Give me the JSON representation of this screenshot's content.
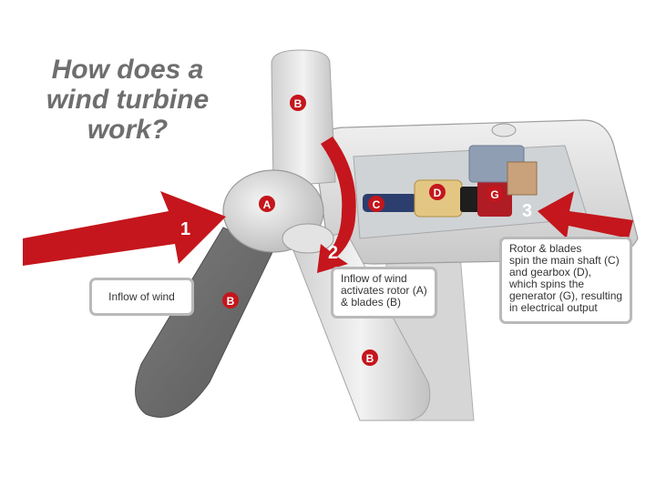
{
  "title": {
    "lines": [
      "How does a",
      "wind turbine",
      "work?"
    ]
  },
  "step_numbers": [
    "1",
    "2",
    "3"
  ],
  "part_labels": {
    "rotor": "A",
    "blade": "B",
    "main_shaft": "C",
    "gearbox": "D",
    "generator": "G"
  },
  "callouts": {
    "step1": {
      "lines": [
        "Inflow of wind"
      ]
    },
    "step2": {
      "lines": [
        "Inflow of wind",
        "activates rotor (A)",
        "& blades (B)"
      ]
    },
    "step3": {
      "lines": [
        "Rotor & blades",
        "spin the main shaft (C)",
        "and gearbox (D),",
        "which spins the",
        "generator (G), resulting",
        "in electrical output"
      ]
    }
  },
  "colors": {
    "arrow_red": "#c4161c",
    "turbine_grey": "#dcdcdc",
    "callout_border": "#b9b9b9",
    "title_grey": "#6e6e6e"
  }
}
